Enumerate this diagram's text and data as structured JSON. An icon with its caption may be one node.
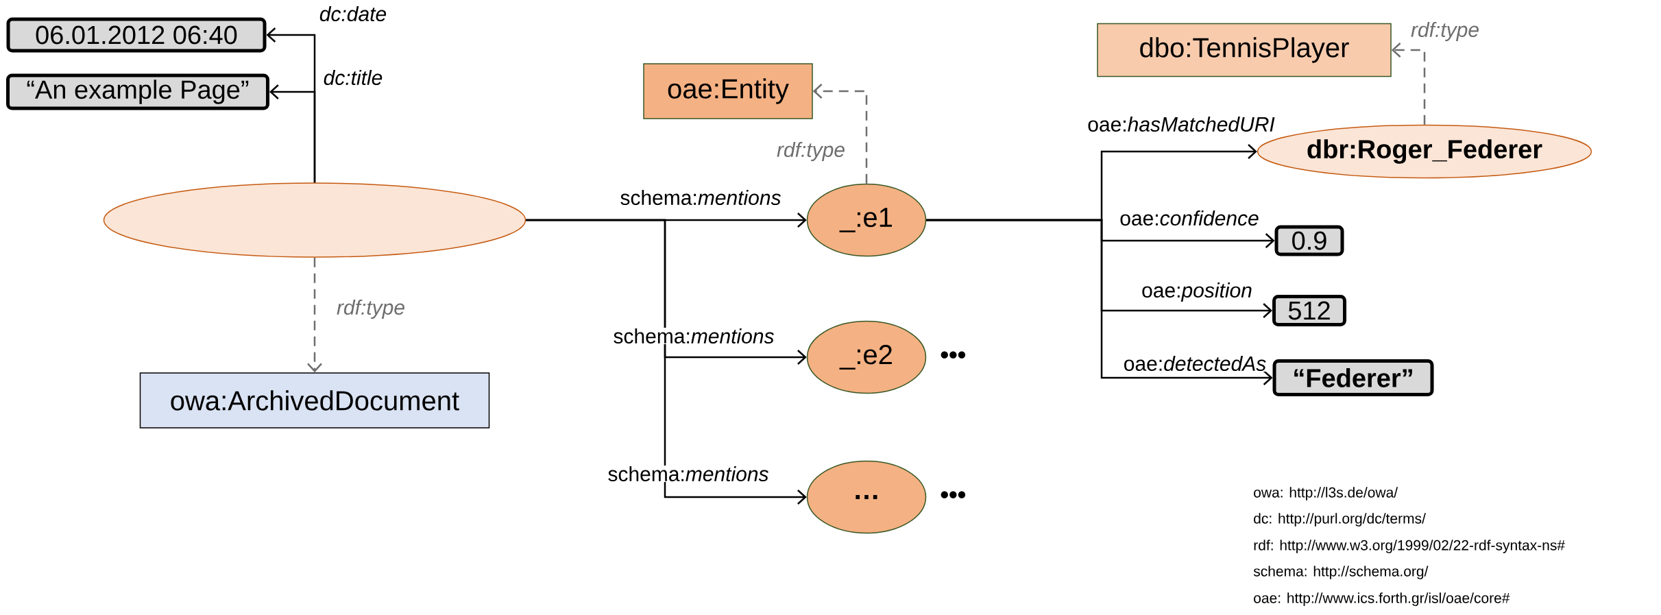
{
  "diagram": {
    "nodes": [
      {
        "text": [
          "06.01.2012 06:40"
        ]
      },
      {
        "text": [
          "“An example Page”"
        ]
      },
      {
        "text": [],
        "shape": "ellipse"
      },
      {
        "text": [
          "owa:ArchivedDocument"
        ]
      },
      {
        "text": [
          "oae:Entity"
        ]
      },
      {
        "text": [
          "_:e1"
        ]
      },
      {
        "text": [
          "_:e2"
        ],
        "beside": [
          "•••"
        ]
      },
      {
        "text": [
          "…"
        ],
        "beside": [
          "•••"
        ]
      },
      {
        "text": [
          "dbo:TennisPlayer"
        ]
      },
      {
        "text": [
          "dbr:Roger_Federer"
        ]
      },
      {
        "text": [
          "0.9"
        ]
      },
      {
        "text": [
          "512"
        ]
      },
      {
        "text": [
          "“Federer”"
        ]
      }
    ],
    "edges": [
      {
        "from": 2,
        "to": 0,
        "arrow": "to",
        "label": "dc:date"
      },
      {
        "from": 2,
        "to": 1,
        "arrow": "to",
        "label": "dc:title"
      },
      {
        "from": 2,
        "to": 3,
        "arrow": "to",
        "label": "rdf:type",
        "style": "dashed",
        "color": "#6e6e6e"
      },
      {
        "from": 2,
        "to": 5,
        "arrow": "to",
        "label": "schema:*mentions*"
      },
      {
        "from": 2,
        "to": 6,
        "arrow": "to",
        "label": "schema:*mentions*"
      },
      {
        "from": 2,
        "to": 7,
        "arrow": "to",
        "label": "schema:*mentions*"
      },
      {
        "from": 5,
        "to": 4,
        "arrow": "to",
        "label": "rdf:type",
        "style": "dashed",
        "color": "#6e6e6e"
      },
      {
        "from": 5,
        "to": 9,
        "arrow": "to",
        "label": "oae:*hasMatchedURI*"
      },
      {
        "from": 5,
        "to": 10,
        "arrow": "to",
        "label": "oae:*confidence*"
      },
      {
        "from": 5,
        "to": 11,
        "arrow": "to",
        "label": "oae:*position*"
      },
      {
        "from": 5,
        "to": 12,
        "arrow": "to",
        "label": "oae:*detectedAs*"
      },
      {
        "from": 9,
        "to": 8,
        "arrow": "to",
        "label": "rdf:type",
        "style": "dashed",
        "color": "#6e6e6e"
      }
    ],
    "labels": [
      "owa: http://l3s.de/owa/",
      "dc: http://purl.org/dc/terms/",
      "rdf: http://www.w3.org/1999/02/22-rdf-syntax-ns#",
      "schema: http://schema.org/",
      "oae: http://www.ics.forth.gr/isl/oae/core#"
    ]
  }
}
